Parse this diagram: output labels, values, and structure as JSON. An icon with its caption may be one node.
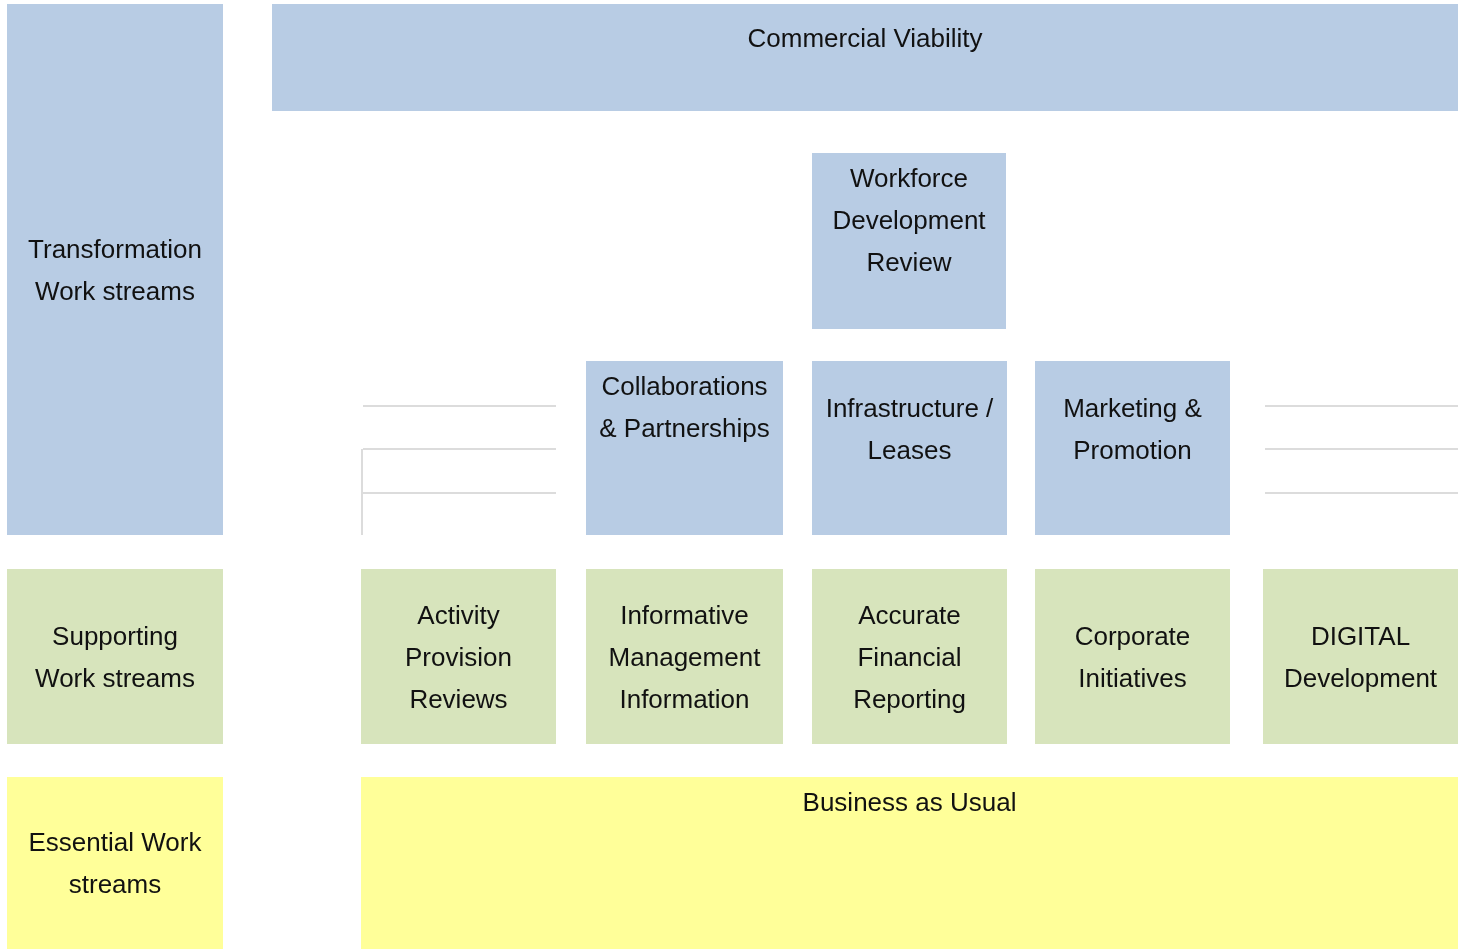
{
  "diagram": {
    "nodes": [
      {
        "text": [
          "Transformation Work streams"
        ]
      },
      {
        "text": [
          "Commercial Viability"
        ]
      },
      {
        "text": [
          "Workforce Development Review"
        ]
      },
      {
        "text": [
          "Collaborations & Partnerships"
        ]
      },
      {
        "text": [
          "Infrastructure / Leases"
        ]
      },
      {
        "text": [
          "Marketing & Promotion"
        ]
      },
      {
        "text": [
          "Supporting Work streams"
        ]
      },
      {
        "text": [
          "Activity Provision Reviews"
        ]
      },
      {
        "text": [
          "Informative Management Information"
        ]
      },
      {
        "text": [
          "Accurate Financial Reporting"
        ]
      },
      {
        "text": [
          "Corporate Initiatives"
        ]
      },
      {
        "text": [
          "DIGITAL Development"
        ]
      },
      {
        "text": [
          "Essential Work streams"
        ]
      },
      {
        "text": [
          "Business as Usual"
        ]
      }
    ]
  }
}
